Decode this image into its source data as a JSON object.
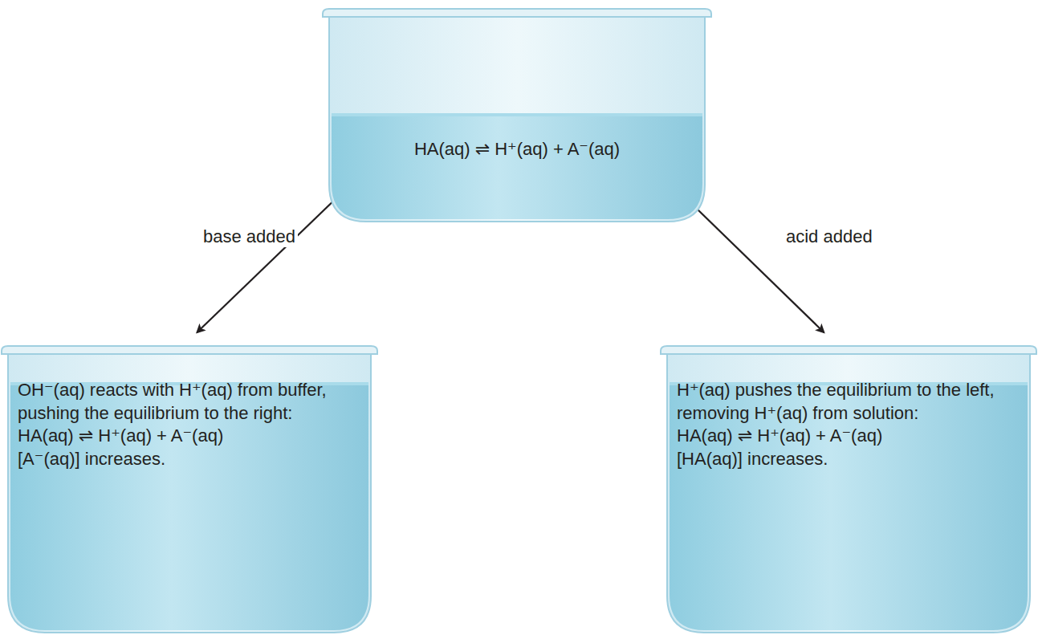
{
  "diagram": {
    "nodes": [
      {
        "text": [
          "HA(aq) ⇌ H⁺(aq) + A⁻(aq)"
        ]
      },
      {
        "text": [
          "OH⁻(aq) reacts with H⁺(aq) from buffer, pushing the equilibrium to the right:",
          "HA(aq) ⇌ H⁺(aq) + A⁻(aq)",
          "[A⁻(aq)] increases."
        ]
      },
      {
        "text": [
          "H⁺(aq) pushes the equilibrium to the left, removing H⁺(aq) from solution:",
          "HA(aq) ⇌ H⁺(aq) + A⁻(aq)",
          "[HA(aq)] increases."
        ]
      }
    ],
    "edges": [
      {
        "from": 0,
        "to": 1,
        "arrow": "to",
        "label": "base added"
      },
      {
        "from": 0,
        "to": 2,
        "arrow": "to",
        "label": "acid added"
      }
    ]
  }
}
